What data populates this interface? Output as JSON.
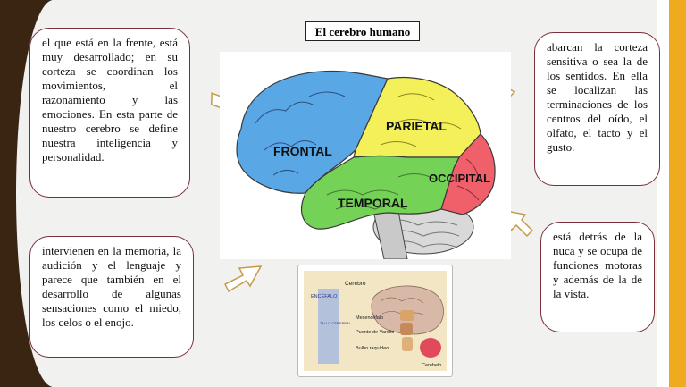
{
  "title": "El cerebro humano",
  "cards": {
    "frontal": "el que está en la frente, está muy desarrollado; en su corteza se coordinan los movimientos, el razonamiento y las emociones. En esta parte de nuestro cerebro se define nuestra inteligencia y personalidad.",
    "temporal": "intervienen en la memoria, la audición y el lenguaje y parece que también en el desarrollo de algunas sensaciones como el miedo, los celos o el enojo.",
    "parietal": "abarcan la corteza sensitiva o sea la de los sentidos. En ella se localizan las terminaciones de los centros del oído, el olfato, el tacto y el gusto.",
    "occipital": "está detrás de la nuca y se ocupa de funciones motoras y además de la de la vista."
  },
  "brain_labels": {
    "frontal": "FRONTAL",
    "parietal": "PARIETAL",
    "occipital": "OCCIPITAL",
    "temporal": "TEMPORAL"
  },
  "inset_labels": {
    "cerebro": "Cerebro",
    "encefalo": "ENCÉFALO",
    "tallo": "TALLO CEREBRAL",
    "mesencefalo": "Mesencéfalo",
    "puente": "Puente de Varolio",
    "bulbo": "Bulbo raquídeo",
    "cerebelo": "Cerebelo"
  },
  "colors": {
    "frontal": "#5aa7e6",
    "parietal": "#f4f05a",
    "occipital": "#f0606a",
    "temporal": "#74d356",
    "card_border": "#7a2e3b",
    "arrow_stroke": "#c79a4a",
    "accent_stripe": "#f0aa1e",
    "left_band": "#3a2412"
  }
}
